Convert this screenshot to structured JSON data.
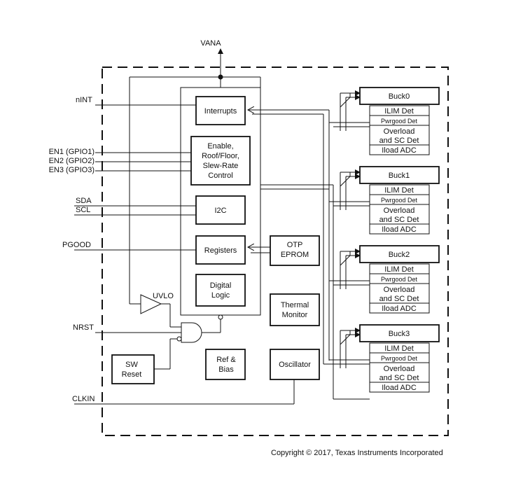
{
  "supply": {
    "vana": "VANA"
  },
  "signals": {
    "nint": "nINT",
    "en1": "EN1 (GPIO1)",
    "en2": "EN2 (GPIO2)",
    "en3": "EN3 (GPIO3)",
    "sda": "SDA",
    "scl": "SCL",
    "pgood": "PGOOD",
    "nrst": "NRST",
    "clkin": "CLKIN"
  },
  "core_blocks": {
    "interrupts": "Interrupts",
    "enable": [
      "Enable,",
      "Roof/Floor,",
      "Slew-Rate",
      "Control"
    ],
    "i2c": "I2C",
    "registers": "Registers",
    "digital_logic": [
      "Digital",
      "Logic"
    ]
  },
  "otp": [
    "OTP",
    "EPROM"
  ],
  "uvlo": "UVLO",
  "thermal_monitor": [
    "Thermal",
    "Monitor"
  ],
  "sw_reset": [
    "SW",
    "Reset"
  ],
  "ref_bias": [
    "Ref &",
    "Bias"
  ],
  "oscillator": "Oscillator",
  "bucks": [
    {
      "name": "Buck0",
      "ilim": "ILIM Det",
      "pwrgood": "Pwrgood Det",
      "overload": [
        "Overload",
        "and SC Det"
      ],
      "iload": "Iload ADC"
    },
    {
      "name": "Buck1",
      "ilim": "ILIM Det",
      "pwrgood": "Pwrgood Det",
      "overload": [
        "Overload",
        "and SC Det"
      ],
      "iload": "Iload ADC"
    },
    {
      "name": "Buck2",
      "ilim": "ILIM Det",
      "pwrgood": "Pwrgood Det",
      "overload": [
        "Overload",
        "and SC Det"
      ],
      "iload": "Iload ADC"
    },
    {
      "name": "Buck3",
      "ilim": "ILIM Det",
      "pwrgood": "Pwrgood Det",
      "overload": [
        "Overload",
        "and SC Det"
      ],
      "iload": "Iload ADC"
    }
  ],
  "copyright": "Copyright © 2017, Texas Instruments Incorporated"
}
